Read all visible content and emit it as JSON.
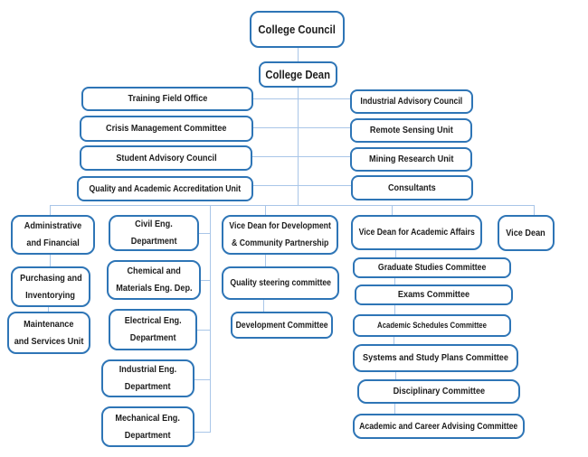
{
  "title": "College Organizational Chart",
  "colors": {
    "box_border": "#2E75B6",
    "connector": "#A9C6E8",
    "text": "#1C1C1C",
    "background": "#FFFFFF"
  },
  "nodes": {
    "college_council": {
      "lines": [
        "College Council"
      ]
    },
    "college_dean": {
      "lines": [
        "College Dean"
      ]
    },
    "training_field_office": {
      "lines": [
        "Training Field Office"
      ]
    },
    "crisis_management_committee": {
      "lines": [
        "Crisis Management Committee"
      ]
    },
    "student_advisory_council": {
      "lines": [
        "Student Advisory Council"
      ]
    },
    "quality_accreditation_unit": {
      "lines": [
        "Quality and Academic Accreditation Unit"
      ]
    },
    "industrial_advisory_council": {
      "lines": [
        "Industrial Advisory Council"
      ]
    },
    "remote_sensing_unit": {
      "lines": [
        "Remote Sensing Unit"
      ]
    },
    "mining_research_unit": {
      "lines": [
        "Mining Research Unit"
      ]
    },
    "consultants": {
      "lines": [
        "Consultants"
      ]
    },
    "administrative_financial": {
      "lines": [
        "Administrative",
        "and Financial"
      ]
    },
    "civil_eng_department": {
      "lines": [
        "Civil Eng.",
        "Department"
      ]
    },
    "vd_development": {
      "lines": [
        "Vice Dean for Development",
        "& Community Partnership"
      ]
    },
    "vd_academic": {
      "lines": [
        "Vice Dean for Academic Affairs"
      ]
    },
    "vice_dean": {
      "lines": [
        "Vice Dean"
      ]
    },
    "purchasing_inventorying": {
      "lines": [
        "Purchasing and",
        "Inventorying"
      ]
    },
    "maintenance_services_unit": {
      "lines": [
        "Maintenance",
        "and Services Unit"
      ]
    },
    "chemical_materials_eng": {
      "lines": [
        "Chemical and",
        "Materials Eng. Dep."
      ]
    },
    "electrical_eng_department": {
      "lines": [
        "Electrical Eng.",
        "Department"
      ]
    },
    "industrial_eng_department": {
      "lines": [
        "Industrial Eng.",
        "Department"
      ]
    },
    "mechanical_eng_department": {
      "lines": [
        "Mechanical Eng.",
        "Department"
      ]
    },
    "quality_steering_committee": {
      "lines": [
        "Quality steering committee"
      ]
    },
    "development_committee": {
      "lines": [
        "Development Committee"
      ]
    },
    "graduate_studies_committee": {
      "lines": [
        "Graduate Studies Committee"
      ]
    },
    "exams_committee": {
      "lines": [
        "Exams Committee"
      ]
    },
    "academic_schedules_committee": {
      "lines": [
        "Academic Schedules Committee"
      ]
    },
    "systems_study_plans_committee": {
      "lines": [
        "Systems and Study Plans Committee"
      ]
    },
    "disciplinary_committee": {
      "lines": [
        "Disciplinary Committee"
      ]
    },
    "academic_career_advising_committee": {
      "lines": [
        "Academic and Career Advising Committee"
      ]
    }
  }
}
